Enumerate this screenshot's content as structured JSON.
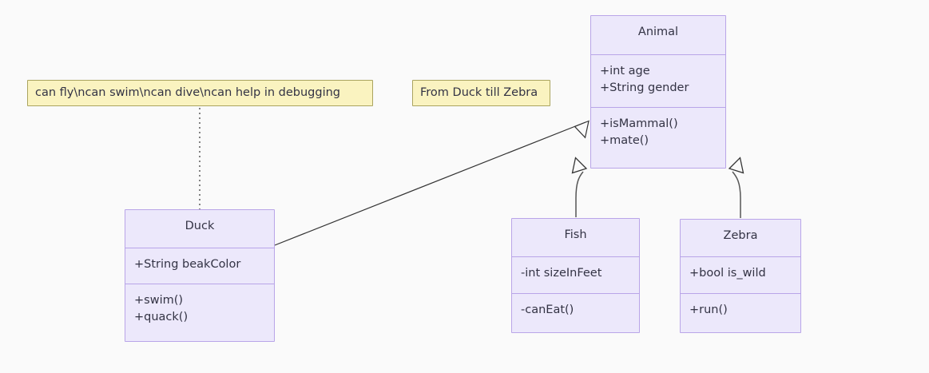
{
  "diagram": {
    "type": "uml-class-diagram",
    "background_color": "#fafafa",
    "class_fill_color": "#ece8fb",
    "class_border_color": "#b9a5e8",
    "note_fill_color": "#faf3c0",
    "note_border_color": "#aaa45f",
    "text_color": "#333344",
    "edge_color": "#333333"
  },
  "classes": [
    {
      "id": "animal",
      "title": "Animal",
      "attributes": [
        "+int age",
        "+String gender"
      ],
      "methods": [
        "+isMammal()",
        "+mate()"
      ]
    },
    {
      "id": "duck",
      "title": "Duck",
      "attributes": [
        "+String beakColor"
      ],
      "methods": [
        "+swim()",
        "+quack()"
      ]
    },
    {
      "id": "fish",
      "title": "Fish",
      "attributes": [
        "-int sizeInFeet"
      ],
      "methods": [
        "-canEat()"
      ]
    },
    {
      "id": "zebra",
      "title": "Zebra",
      "attributes": [
        "+bool is_wild"
      ],
      "methods": [
        "+run()"
      ]
    }
  ],
  "notes": [
    {
      "id": "note-duck",
      "text": "can fly\\ncan swim\\ncan dive\\ncan help in debugging",
      "attached_to": "duck"
    },
    {
      "id": "note-range",
      "text": "From Duck till Zebra",
      "attached_to": "animal"
    }
  ],
  "relationships": [
    {
      "id": "duck-animal",
      "from": "duck",
      "to": "animal",
      "type": "inheritance",
      "style": "solid"
    },
    {
      "id": "fish-animal",
      "from": "fish",
      "to": "animal",
      "type": "inheritance",
      "style": "solid"
    },
    {
      "id": "zebra-animal",
      "from": "zebra",
      "to": "animal",
      "type": "inheritance",
      "style": "solid"
    },
    {
      "id": "note-duck-link",
      "from": "note-duck",
      "to": "duck",
      "type": "note-link",
      "style": "dotted"
    }
  ]
}
